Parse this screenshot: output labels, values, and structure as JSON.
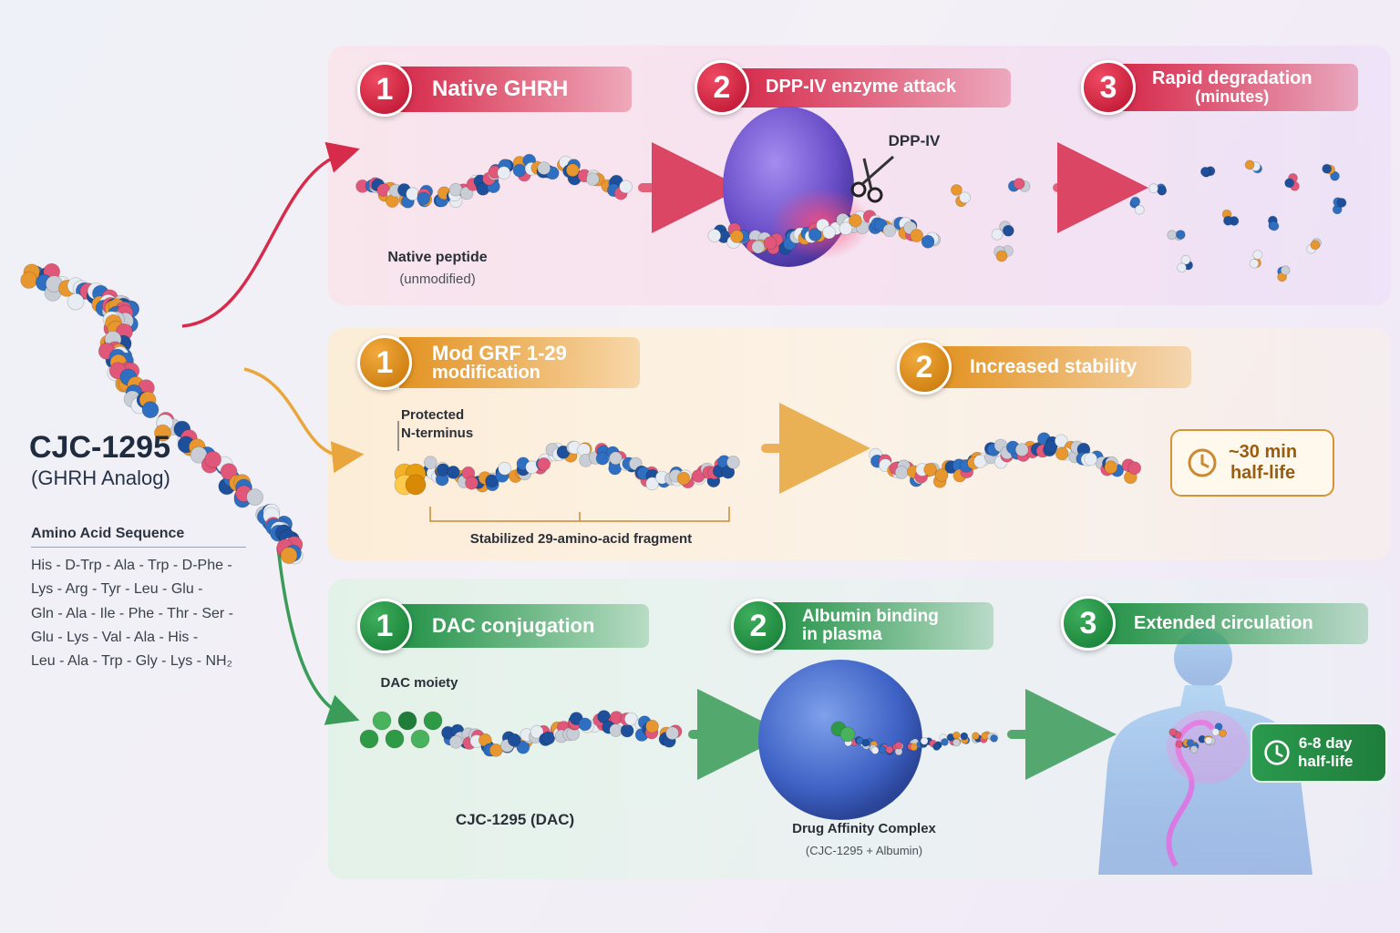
{
  "left_panel": {
    "title": "CJC-1295",
    "subtitle": "(GHRH Analog)",
    "sequence_heading": "Amino Acid Sequence",
    "sequence_lines": [
      "His - D-Trp - Ala - Trp - D-Phe -",
      "Lys - Arg - Tyr - Leu - Glu -",
      "Gln - Ala - Ile - Phe - Thr - Ser -",
      "Glu - Lys - Val - Ala - His -",
      "Leu - Ala - Trp - Gly - Lys - NH₂"
    ]
  },
  "row_native": {
    "steps": [
      {
        "num": "1",
        "label": "Native GHRH"
      },
      {
        "num": "2",
        "label": "DPP-IV enzyme attack"
      },
      {
        "num": "3",
        "label": "Rapid degradation",
        "sublabel": "(minutes)"
      }
    ],
    "peptide_label": "Native peptide",
    "peptide_sublabel": "(unmodified)",
    "enzyme_label": "DPP-IV"
  },
  "row_mod": {
    "steps": [
      {
        "num": "1",
        "label": "Mod GRF 1-29",
        "sublabel": "modification"
      },
      {
        "num": "2",
        "label": "Increased stability"
      }
    ],
    "terminus_label_1": "Protected",
    "terminus_label_2": "N-terminus",
    "fragment_label": "Stabilized 29-amino-acid fragment",
    "halflife_1": "~30 min",
    "halflife_2": "half-life"
  },
  "row_dac": {
    "steps": [
      {
        "num": "1",
        "label": "DAC conjugation"
      },
      {
        "num": "2",
        "label": "Albumin binding",
        "sublabel": "in plasma"
      },
      {
        "num": "3",
        "label": "Extended circulation"
      }
    ],
    "moiety_label": "DAC moiety",
    "peptide_label": "CJC-1295 (DAC)",
    "complex_label": "Drug Affinity Complex",
    "complex_sublabel": "(CJC-1295 + Albumin)",
    "halflife_1": "6-8 day",
    "halflife_2": "half-life"
  },
  "colors": {
    "red": "#d62b4b",
    "orange": "#e39322",
    "green": "#239247",
    "atom_palette": [
      "#2f6fc2",
      "#e8edf3",
      "#e0577a",
      "#e8962e",
      "#1e4f9a",
      "#c9ced6"
    ]
  }
}
